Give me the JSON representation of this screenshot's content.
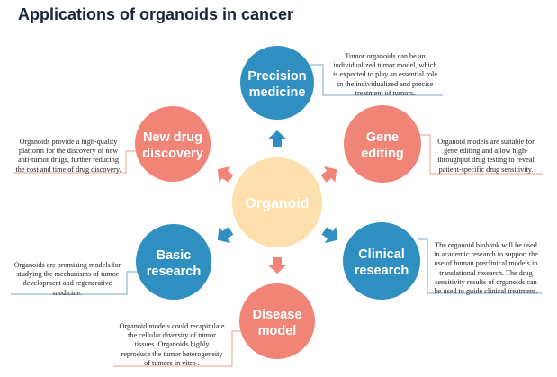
{
  "title": "Applications of organoids in cancer",
  "colors": {
    "blue": "#2f8fc0",
    "salmon": "#f08477",
    "center": "#fde0ad",
    "leader_blue": "#7aa7c7",
    "leader_salmon": "#e9a096"
  },
  "center": {
    "label": "Organoid"
  },
  "nodes": [
    {
      "id": "precision-medicine",
      "lines": [
        "Precision",
        "medicine"
      ],
      "color": "blue"
    },
    {
      "id": "gene-editing",
      "lines": [
        "Gene",
        "editing"
      ],
      "color": "salmon"
    },
    {
      "id": "clinical-research",
      "lines": [
        "Clinical",
        "research"
      ],
      "color": "blue"
    },
    {
      "id": "disease-model",
      "lines": [
        "Disease",
        "model"
      ],
      "color": "salmon"
    },
    {
      "id": "basic-research",
      "lines": [
        "Basic",
        "research"
      ],
      "color": "blue"
    },
    {
      "id": "new-drug-discovery",
      "lines": [
        "New drug",
        "discovery"
      ],
      "color": "salmon"
    }
  ],
  "descriptions": [
    {
      "id": "precision-medicine",
      "lines": [
        "Tumor organoids can be an",
        "individualized tumor model, which",
        "is expected to play an essential role",
        "in the individualized and precise",
        "treatment of tumors."
      ]
    },
    {
      "id": "gene-editing",
      "lines": [
        "Organoid models are suitable for",
        "gene editing and allow high-",
        "throughput drug testing to reveal",
        "patient-specific drug sensitivity."
      ]
    },
    {
      "id": "clinical-research",
      "lines": [
        "The organoid biobank will be used",
        "in academic research to support the",
        "use of human preclinical models in",
        "translational research. The drug",
        "sensitivity results of organoids can",
        "be used to guide clinical treatment."
      ]
    },
    {
      "id": "disease-model",
      "lines": [
        "Organoid models could recapitulate",
        "the cellular diversity of tumor",
        "tissues. Organoids highly",
        "reproduce the tumor heterogeneity",
        "of tumors in vitro ."
      ]
    },
    {
      "id": "basic-research",
      "lines": [
        "Organoids are promising models for",
        "studying the mechanisms of tumor",
        "development and regenerative",
        "medicine."
      ]
    },
    {
      "id": "new-drug-discovery",
      "lines": [
        "Organoids provide a high-quality",
        "platform for the discovery of new",
        "anti-tumor drugs, further reducing",
        "the cost and time of drug discovery."
      ]
    }
  ]
}
